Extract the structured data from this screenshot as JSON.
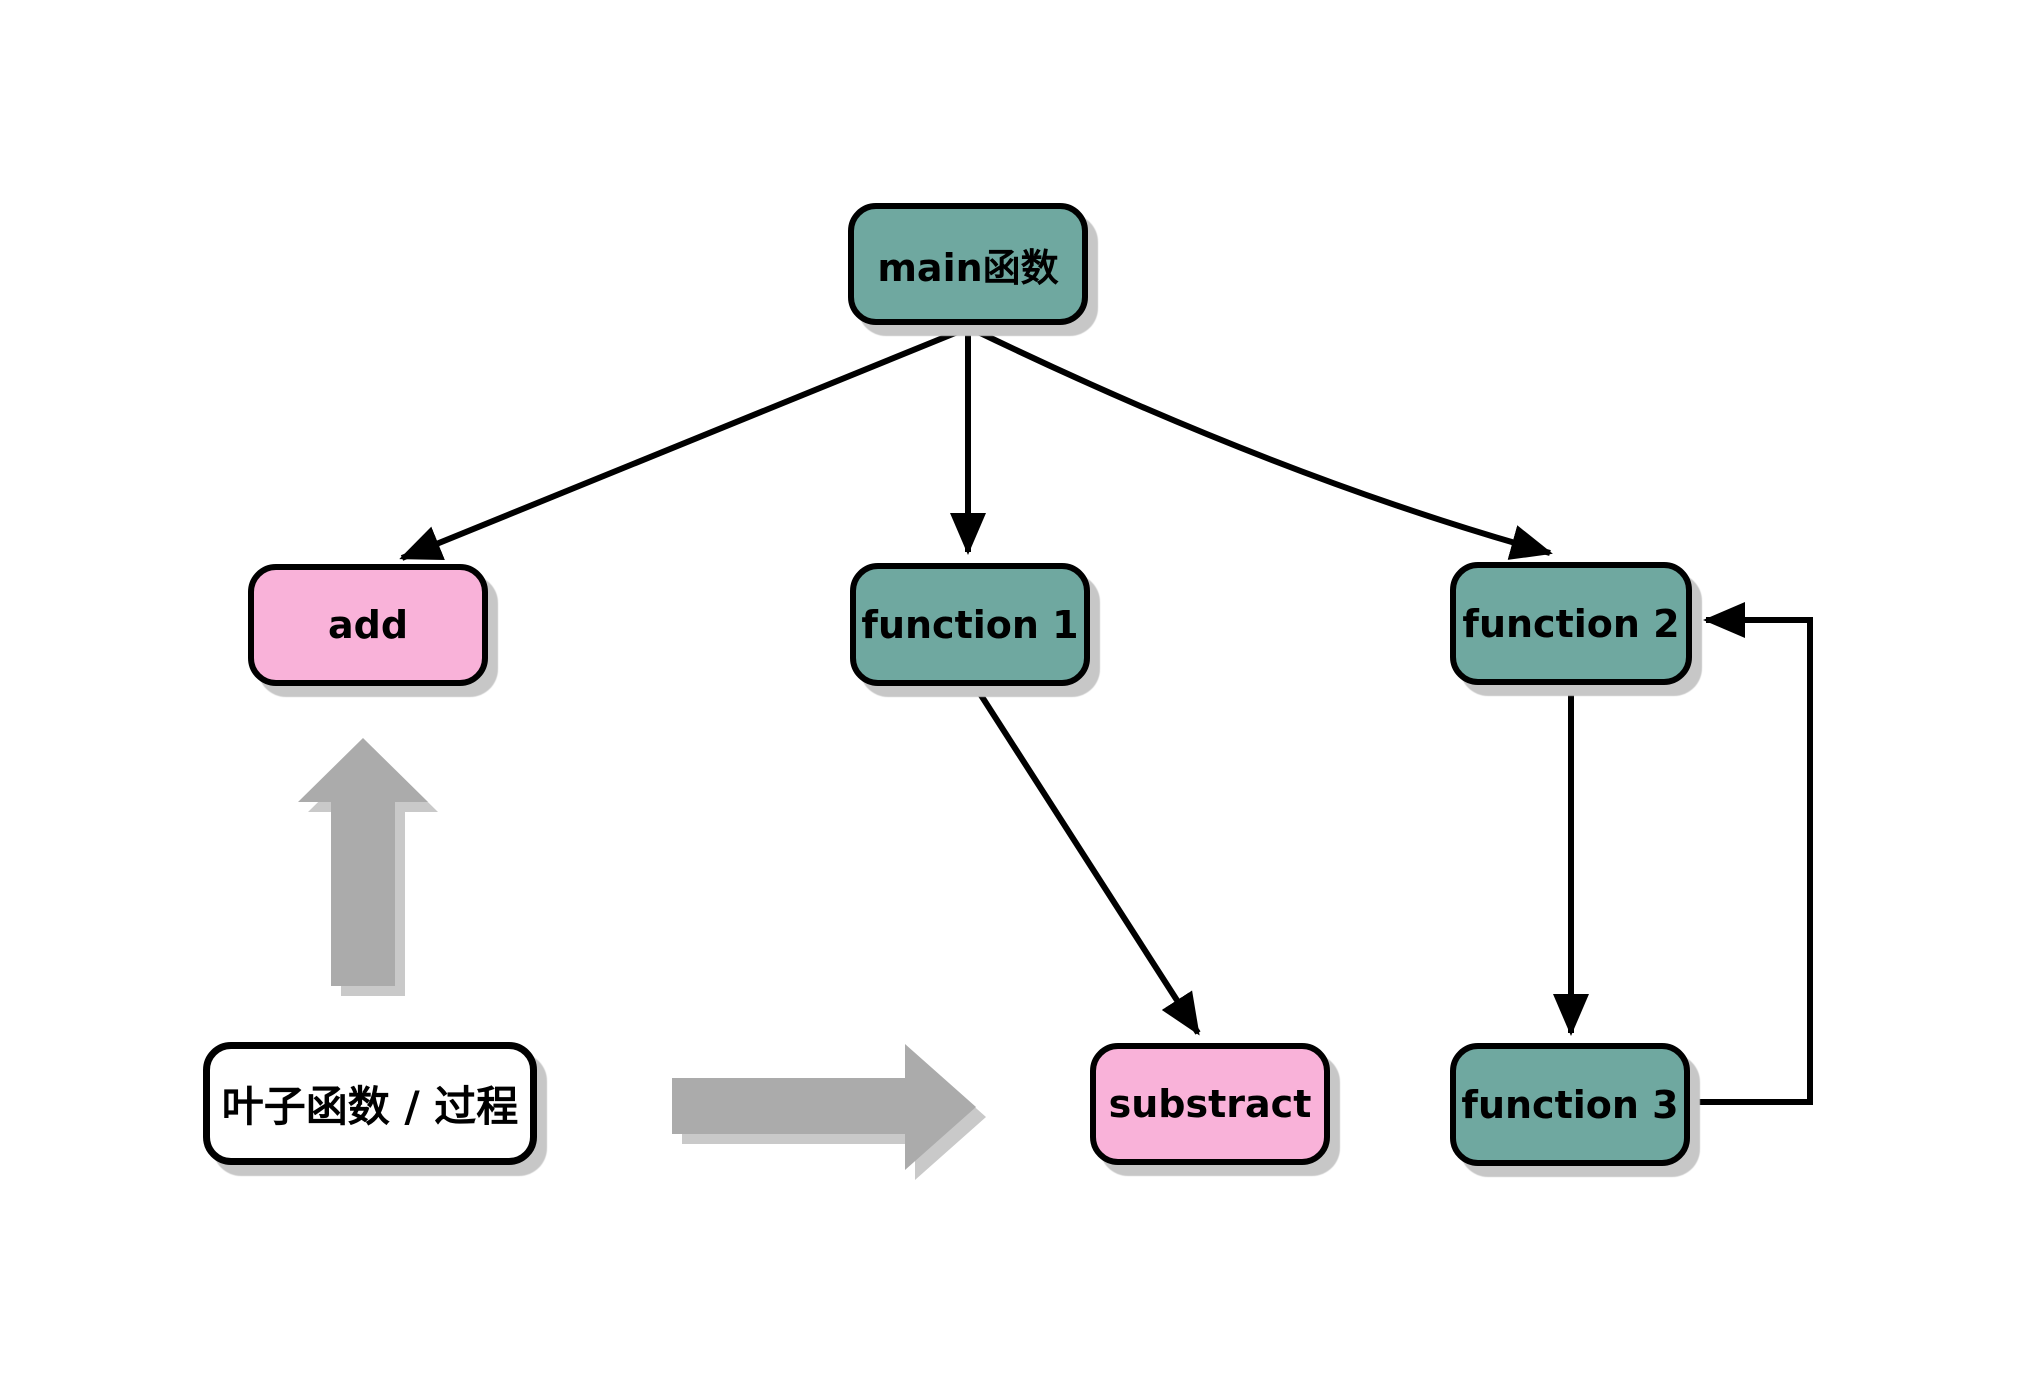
{
  "diagram": {
    "nodes": [
      {
        "id": "main",
        "label": "main函数",
        "kind": "function"
      },
      {
        "id": "add",
        "label": "add",
        "kind": "leaf"
      },
      {
        "id": "function1",
        "label": "function 1",
        "kind": "function"
      },
      {
        "id": "function2",
        "label": "function 2",
        "kind": "function"
      },
      {
        "id": "substract",
        "label": "substract",
        "kind": "leaf"
      },
      {
        "id": "function3",
        "label": "function 3",
        "kind": "function"
      }
    ],
    "legend": {
      "label": "叶子函数 / 过程",
      "points_to": [
        "add",
        "substract"
      ]
    },
    "edges": [
      {
        "from": "main函数",
        "to": "add",
        "style": "straight-arrow"
      },
      {
        "from": "main函数",
        "to": "function 1",
        "style": "straight-arrow"
      },
      {
        "from": "main函数",
        "to": "function 2",
        "style": "curved-arrow"
      },
      {
        "from": "function 1",
        "to": "substract",
        "style": "straight-arrow"
      },
      {
        "from": "function 2",
        "to": "function 3",
        "style": "straight-arrow"
      },
      {
        "from": "function 3",
        "to": "function 2",
        "style": "elbow-arrow"
      }
    ],
    "colors": {
      "function_fill": "#6fa8a0",
      "leaf_fill": "#f9b2d9",
      "legend_fill": "#ffffff",
      "outline": "#000000",
      "box_shadow": "#c7c7c7",
      "block_arrow": "#ababab",
      "block_arrow_shadow": "#c9c9c9",
      "background": "#ffffff"
    }
  }
}
